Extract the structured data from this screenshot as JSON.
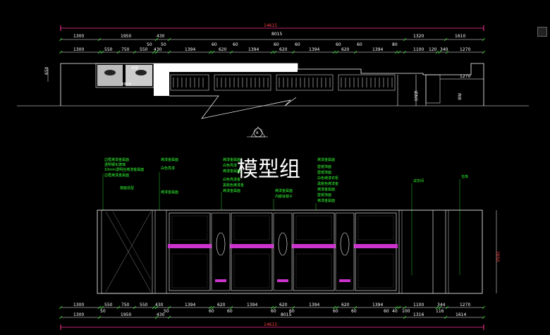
{
  "watermark": "模型组",
  "section_marker": "A",
  "plan": {
    "overall_total": "14615",
    "row_top": [
      "1300",
      "1950",
      "430",
      "8015",
      "1320",
      "1610"
    ],
    "row_top_small": [
      "50",
      "50",
      "60",
      "60",
      "60",
      "60",
      "60",
      "60",
      "80"
    ],
    "row_mid": [
      "1300",
      "550",
      "750",
      "550",
      "430",
      "1394",
      "620",
      "1394",
      "620",
      "1394",
      "620",
      "1394",
      "1100",
      "120",
      "340",
      "1270"
    ],
    "left_height": "650",
    "right_width": "1270",
    "fitting_room": "试衣间",
    "storage": "库房",
    "cashier_label": "收银",
    "counter_label": "收银台面"
  },
  "elevation": {
    "height_dim": "2650",
    "notes_left": [
      "边框烤漆金属面",
      "透明钢化玻璃",
      "10mm透明丝烤漆金属面",
      "边框烤漆金属面",
      "镜面造型"
    ],
    "notes_col2": [
      "烤漆金属面",
      "白色亮漆",
      "烤漆金属面"
    ],
    "notes_col3": [
      "烤漆金属面",
      "白色亮漆",
      "烤漆金属面",
      "白色亮漆金",
      "黑桃色烤漆金",
      "烤漆金属面"
    ],
    "notes_col4": [
      "烤漆金属面",
      "内嵌钛镜子"
    ],
    "notes_col5": [
      "烤漆金属面",
      "壁纸饰面",
      "壁纸饰面",
      "白色烤漆衣柜",
      "黑桃色烤漆金",
      "烤漆金属面",
      "壁纸饰面",
      "烤漆金属面"
    ],
    "label_fitting": "试衣间",
    "label_storage": "仓库",
    "bottom_row1": [
      "1300",
      "550",
      "750",
      "550",
      "430",
      "1394",
      "620",
      "1394",
      "620",
      "1394",
      "620",
      "1394",
      "1100",
      "344",
      "1270"
    ],
    "bottom_small": [
      "50",
      "50",
      "60",
      "60",
      "60",
      "60",
      "60",
      "60",
      "60",
      "40",
      "100",
      "116"
    ],
    "bottom_row2": [
      "1300",
      "1950",
      "430",
      "8015",
      "1316",
      "1614"
    ],
    "bottom_total": "14615"
  },
  "colors": {
    "background": "#000000",
    "lines": "#ffffff",
    "dimension_ticks": "#33ff33",
    "overall_dim": "#ff3399",
    "notes": "#33ff33",
    "hangers": "#cc33cc",
    "grey": "#888888"
  }
}
